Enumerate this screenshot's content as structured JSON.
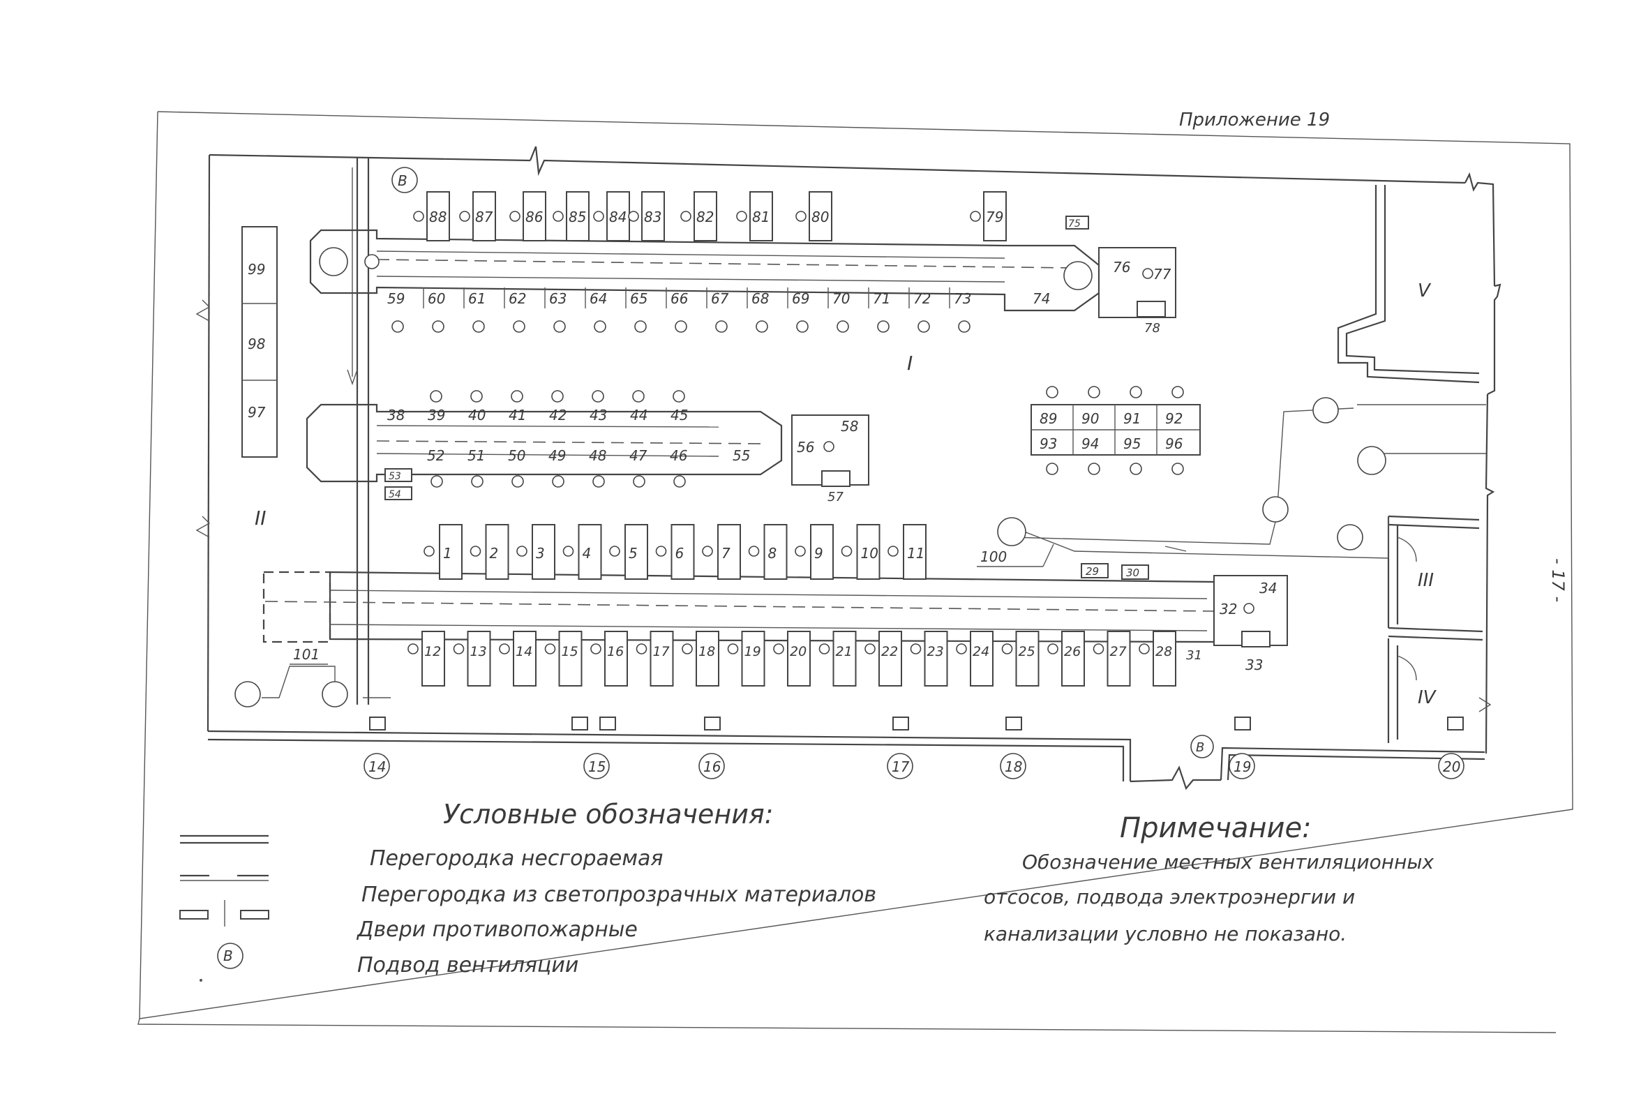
{
  "appendix": "Приложение 19",
  "vent_marker": "В",
  "page_side_number": "- 17 -",
  "upper_row_top": [
    "88",
    "87",
    "86",
    "85",
    "84",
    "83",
    "82",
    "81",
    "80",
    "79"
  ],
  "upper_row_bottom": [
    "59",
    "60",
    "61",
    "62",
    "63",
    "64",
    "65",
    "66",
    "67",
    "68",
    "69",
    "70",
    "71",
    "72",
    "73"
  ],
  "upper_extra": {
    "n74": "74",
    "n75": "75",
    "n76": "76",
    "n77": "77",
    "n78": "78"
  },
  "left_column": [
    "99",
    "98",
    "97"
  ],
  "middle_row_top": [
    "38",
    "39",
    "40",
    "41",
    "42",
    "43",
    "44",
    "45"
  ],
  "middle_row_bottom": [
    "52",
    "51",
    "50",
    "49",
    "48",
    "47",
    "46"
  ],
  "middle_extra": {
    "n53": "53",
    "n54": "54",
    "n55": "55",
    "n56": "56",
    "n57": "57",
    "n58": "58"
  },
  "grid_top": [
    "89",
    "90",
    "91",
    "92"
  ],
  "grid_bottom": [
    "93",
    "94",
    "95",
    "96"
  ],
  "lower_row_top": [
    "1",
    "2",
    "3",
    "4",
    "5",
    "6",
    "7",
    "8",
    "9",
    "10",
    "11"
  ],
  "lower_row_bottom": [
    "12",
    "13",
    "14",
    "15",
    "16",
    "17",
    "18",
    "19",
    "20",
    "21",
    "22",
    "23",
    "24",
    "25",
    "26",
    "27",
    "28"
  ],
  "lower_extra": {
    "n29": "29",
    "n30": "30",
    "n31": "31",
    "n32": "32",
    "n33": "33",
    "n34": "34",
    "n100": "100",
    "n101": "101"
  },
  "zones": {
    "z1": "I",
    "z2": "II",
    "z3": "III",
    "z4": "IV",
    "z5": "V"
  },
  "axes": [
    "14",
    "15",
    "16",
    "17",
    "18",
    "19",
    "20"
  ],
  "legend": {
    "title": "Условные обозначения:",
    "items": [
      "Перегородка несгораемая",
      "Перегородка из светопрозрачных материалов",
      "Двери противопожарные",
      "Подвод вентиляции"
    ]
  },
  "note": {
    "title": "Примечание:",
    "lines": [
      "Обозначение местных вентиляционных",
      "отсосов, подвода электроэнергии и",
      "канализации  условно  не показано."
    ]
  }
}
